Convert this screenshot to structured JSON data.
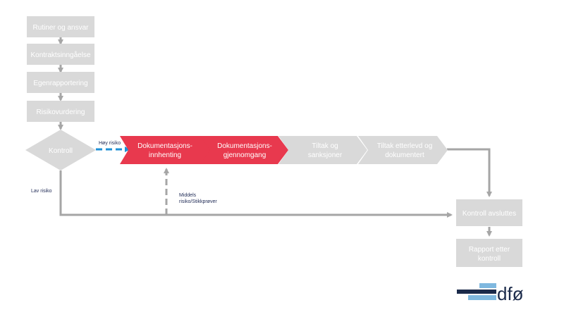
{
  "colors": {
    "box_gray": "#d9d9d9",
    "accent_red": "#e8394e",
    "line_gray": "#a6a6a6",
    "dashed_blue": "#1e90d6",
    "label_navy": "#1f2a55",
    "text_white": "#ffffff",
    "logo_navy": "#1b2a4a",
    "logo_blue": "#7fb8df"
  },
  "boxes": {
    "rutiner": "Rutiner og ansvar",
    "kontrakt": "Kontraktsinngåelse",
    "egenrapportering": "Egenrapportering",
    "risikovurdering": "Risikovurdering",
    "kontroll": "Kontroll",
    "kontroll_avsluttes": "Kontroll avsluttes",
    "rapport_line1": "Rapport etter",
    "rapport_line2": "kontroll"
  },
  "process": {
    "step1_line1": "Dokumentasjons-",
    "step1_line2": "innhenting",
    "step2_line1": "Dokumentasjons-",
    "step2_line2": "gjennomgang",
    "step3_line1": "Tiltak og",
    "step3_line2": "sanksjoner",
    "step4_line1": "Tiltak etterlevd og",
    "step4_line2": "dokumentert"
  },
  "edge_labels": {
    "hoy_risiko": "Høy risiko",
    "lav_risiko": "Lav risiko",
    "middels_line1": "Middels",
    "middels_line2": "risiko/Stikkprøver"
  },
  "logo": {
    "text": "dfø"
  }
}
